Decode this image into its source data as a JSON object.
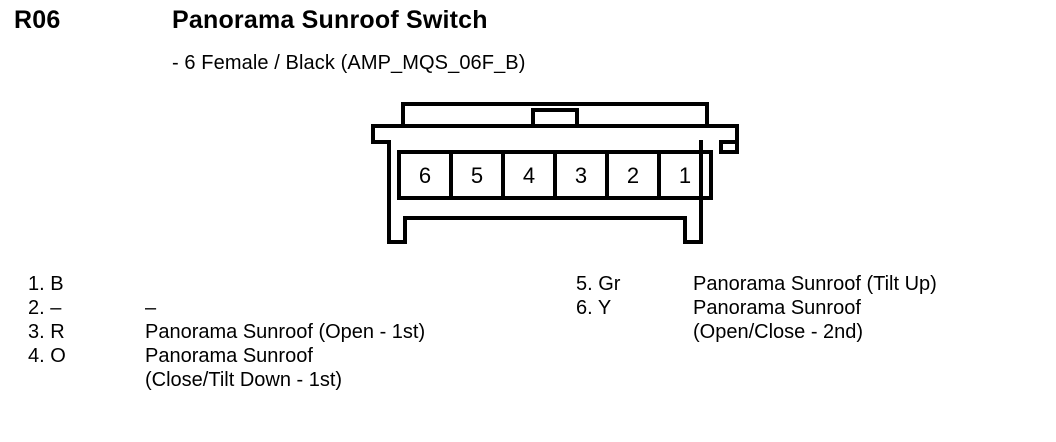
{
  "header": {
    "connector_code": "R06",
    "title": "Panorama Sunroof Switch",
    "subtitle": "- 6 Female / Black (AMP_MQS_06F_B)"
  },
  "connector": {
    "type": "6-way female connector footprint",
    "cavity_count": 6,
    "cavity_numbers_left_to_right": [
      "6",
      "5",
      "4",
      "3",
      "2",
      "1"
    ],
    "outline_color": "#000000",
    "fill_color": "#ffffff",
    "pin_cells": [
      {
        "number": "6"
      },
      {
        "number": "5"
      },
      {
        "number": "4"
      },
      {
        "number": "3"
      },
      {
        "number": "2"
      },
      {
        "number": "1"
      }
    ]
  },
  "pinout": {
    "left_column": [
      {
        "pin": "1. B",
        "desc": ""
      },
      {
        "pin": "2. –",
        "desc": "–"
      },
      {
        "pin": "3. R",
        "desc": "Panorama Sunroof (Open - 1st)"
      },
      {
        "pin": "4. O",
        "desc": "Panorama Sunroof",
        "desc_line2": "(Close/Tilt Down - 1st)"
      }
    ],
    "right_column": [
      {
        "pin": "5. Gr",
        "desc": "Panorama Sunroof (Tilt Up)"
      },
      {
        "pin": "6. Y",
        "desc": "Panorama Sunroof",
        "desc_line2": "(Open/Close - 2nd)"
      }
    ]
  }
}
